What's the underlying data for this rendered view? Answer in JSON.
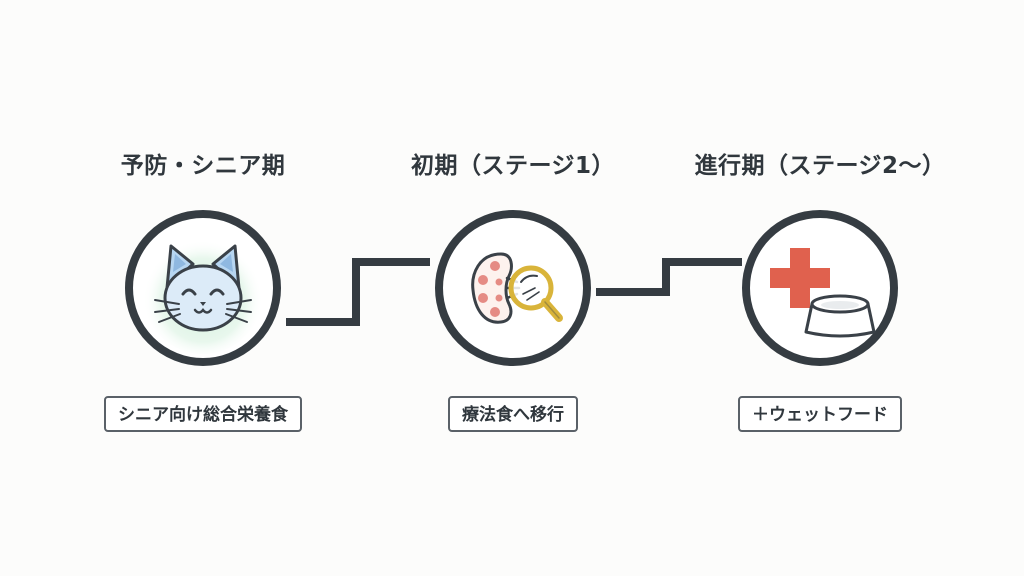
{
  "stages": [
    {
      "title": "予防・シニア期",
      "label": "シニア向け総合栄養食",
      "icon": "smiling-cat-icon"
    },
    {
      "title": "初期（ステージ1）",
      "label": "療法食へ移行",
      "icon": "kidney-magnifier-icon"
    },
    {
      "title": "進行期（ステージ2〜）",
      "label": "＋ウェットフード",
      "icon": "medical-cross-bowl-icon"
    }
  ],
  "colors": {
    "line": "#353c42",
    "cat_glow": "#c9ecd6",
    "cat_fill": "#9fc8ea",
    "kidney_spots": "#e58b84",
    "magnifier": "#d9b43a",
    "cross": "#e0614e"
  }
}
